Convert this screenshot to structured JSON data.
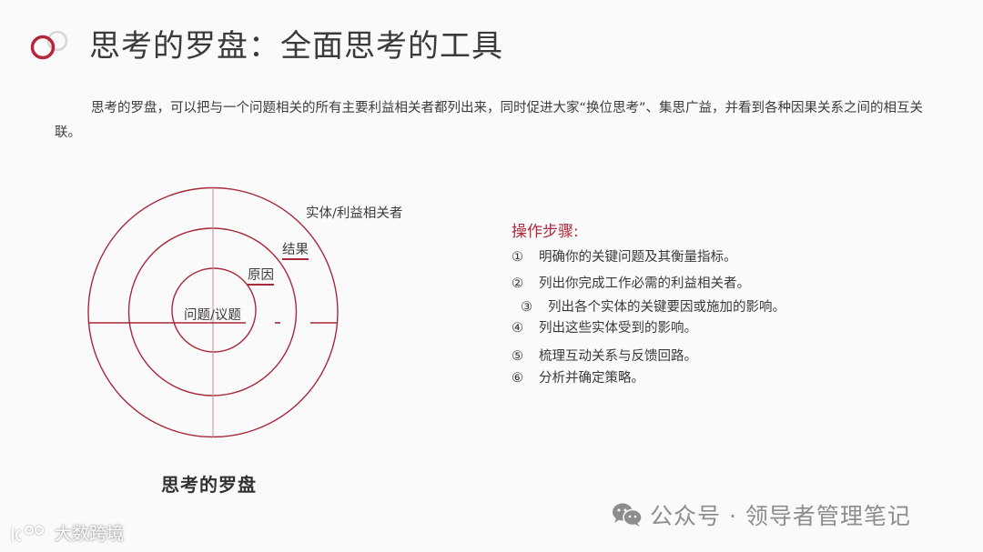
{
  "header": {
    "title": "思考的罗盘：全面思考的工具",
    "logo_icon": "overlapping-rings-icon",
    "colors": {
      "accent_ring": "#b8263a",
      "secondary_ring": "#d4d4d4"
    }
  },
  "intro": {
    "text": "思考的罗盘，可以把与一个问题相关的所有主要利益相关者都列出来，同时促进大家“换位思考”、集思广益，并看到各种因果关系之间的相互关联。"
  },
  "compass": {
    "labels": {
      "stakeholders": "实体/利益相关者",
      "results": "结果",
      "causes": "原因",
      "issue": "问题/议题"
    },
    "caption": "思考的罗盘",
    "colors": {
      "ring": "#a8283a",
      "axis": "#c98a94"
    }
  },
  "steps": {
    "title": "操作步骤:",
    "items": [
      {
        "num": "①",
        "text": "明确你的关键问题及其衡量指标。"
      },
      {
        "num": "②",
        "text": "列出你完成工作必需的利益相关者。"
      },
      {
        "num": "③",
        "text": "列出各个实体的关键要因或施加的影响。"
      },
      {
        "num": "④",
        "text": "列出这些实体受到的影响。"
      },
      {
        "num": "⑤",
        "text": "梳理互动关系与反馈回路。"
      },
      {
        "num": "⑥",
        "text": "分析并确定策略。"
      }
    ],
    "title_color": "#b02a3e"
  },
  "watermarks": {
    "wechat": {
      "icon": "wechat-icon",
      "text": "公众号 · 领导者管理笔记"
    },
    "corner": {
      "icon": "100-logo-icon",
      "text": "大数跨境"
    }
  }
}
